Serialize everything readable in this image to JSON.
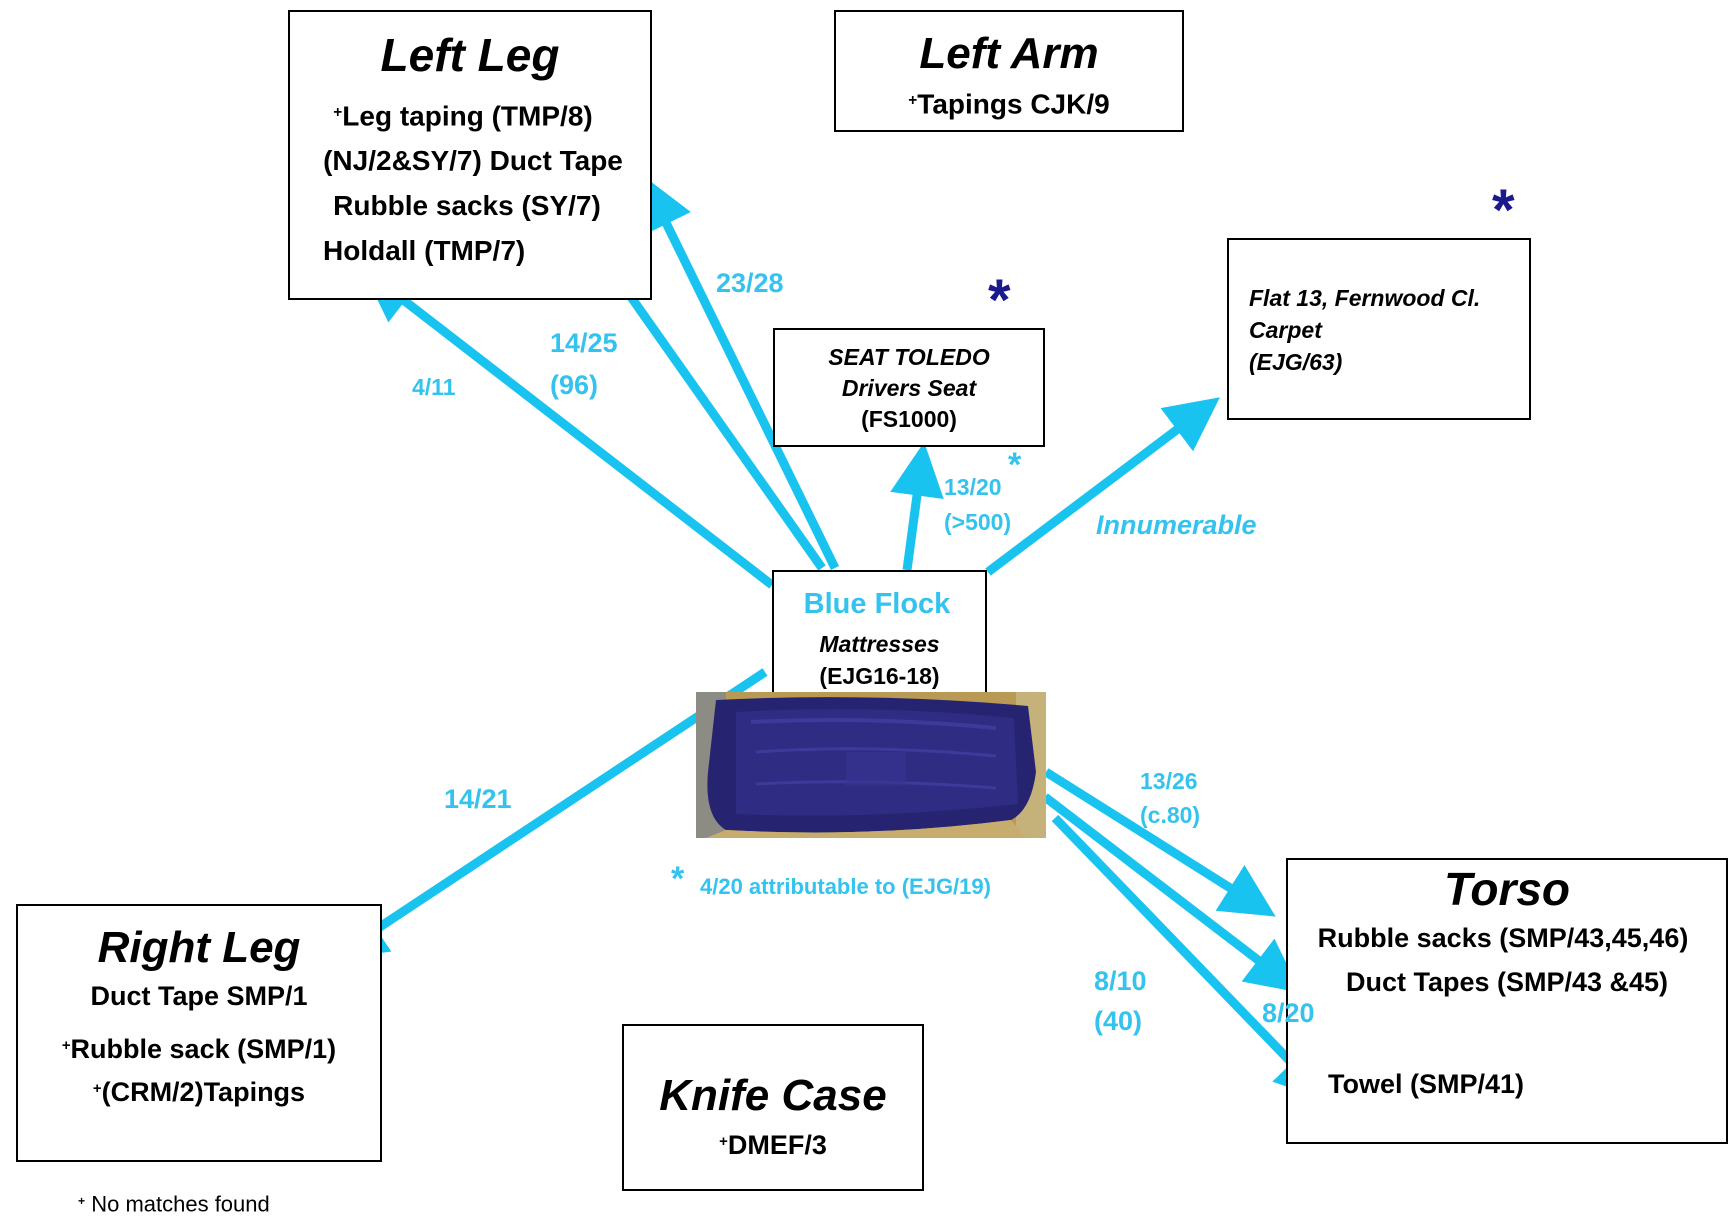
{
  "colors": {
    "arrow": "#19c3ef",
    "label": "#33c3ee",
    "star_dark": "#1a1a8c"
  },
  "left_leg": {
    "title": "Left Leg",
    "items": [
      "Leg taping (TMP/8)",
      "(NJ/2&SY/7) Duct Tape",
      "Rubble sacks (SY/7)",
      "Holdall (TMP/7)"
    ],
    "plus_mark": "+"
  },
  "left_arm": {
    "title": "Left Arm",
    "items": [
      "Tapings CJK/9"
    ],
    "plus_mark": "+"
  },
  "seat": {
    "line1": "SEAT TOLEDO",
    "line2": "Drivers Seat",
    "line3": "(FS1000)"
  },
  "flat": {
    "line1": "Flat 13, Fernwood Cl.",
    "line2": "Carpet",
    "line3": "(EJG/63)"
  },
  "center": {
    "title": "Blue Flock",
    "line2": "Mattresses",
    "line3": "(EJG16-18)"
  },
  "right_leg": {
    "title": "Right Leg",
    "items": [
      "Duct Tape SMP/1",
      "Rubble sack (SMP/1)",
      "(CRM/2)Tapings"
    ],
    "plus_mark": "+"
  },
  "knife_case": {
    "title": "Knife Case",
    "items": [
      "DMEF/3"
    ],
    "plus_mark": "+"
  },
  "torso": {
    "title": "Torso",
    "items": [
      "Rubble sacks (SMP/43,45,46)",
      "Duct Tapes (SMP/43 &45)",
      "Towel (SMP/41)"
    ]
  },
  "labels": {
    "four_eleven": "4/11",
    "fourteen_twentyfive": "14/25",
    "ninety_six": "(96)",
    "twentythree_twentyeight": "23/28",
    "thirteen_twenty": "13/20",
    "gt_500": "(>500)",
    "innumerable": "Innumerable",
    "fourteen_twentyone": "14/21",
    "thirteen_twentysix": "13/26",
    "c80": "(c.80)",
    "eight_ten": "8/10",
    "forty": "(40)",
    "eight_twenty": "8/20"
  },
  "footnote": {
    "star": "*",
    "text": "4/20 attributable to (EJG/19)"
  },
  "legend": {
    "plus": "+",
    "text": "No matches found"
  },
  "stars": {
    "seat": "*",
    "flat": "*",
    "label_13_20": "*"
  },
  "photo": {
    "icon": "blue-mattress-photo"
  }
}
